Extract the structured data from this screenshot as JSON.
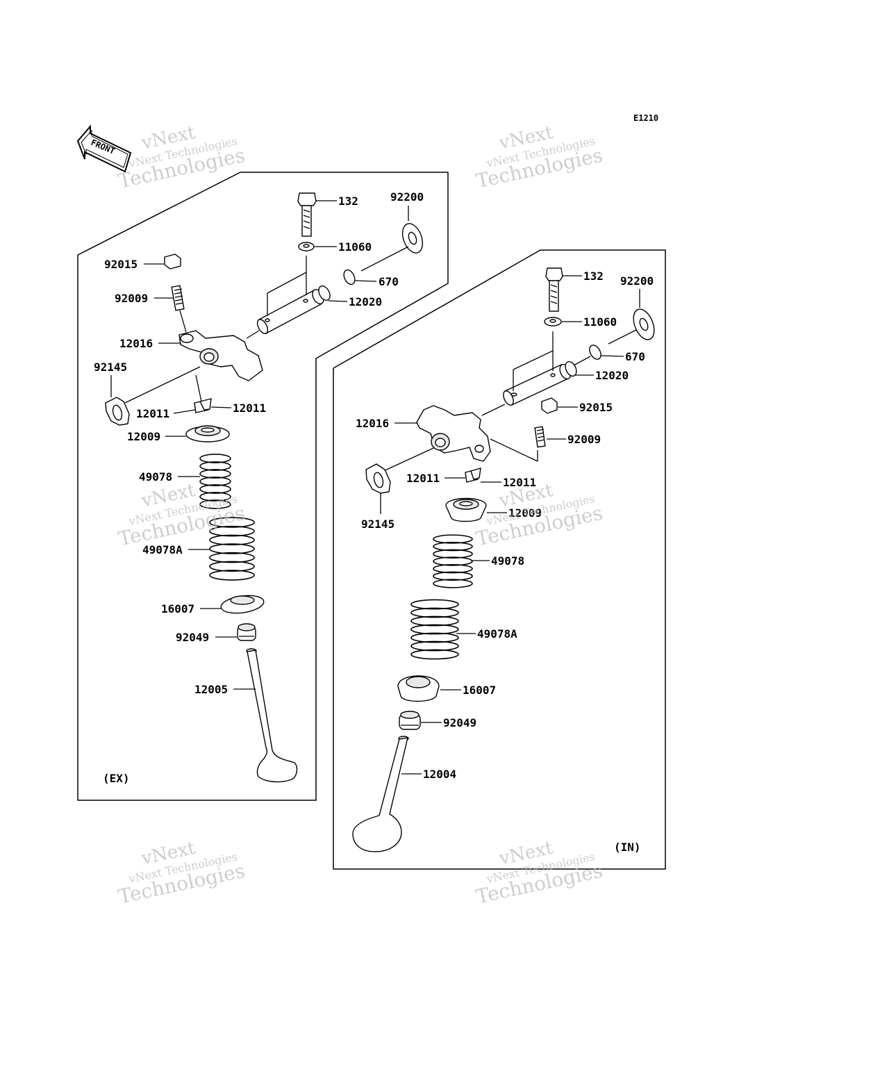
{
  "diagram_code": "E1210",
  "front_label": "FRONT",
  "section_ex_label": "(EX)",
  "section_in_label": "(IN)",
  "watermark": {
    "line1": "vNext",
    "line2": "vNext Technologies",
    "line3": "Technologies"
  },
  "ex_parts": {
    "p132": "132",
    "p92200": "92200",
    "p11060": "11060",
    "p670": "670",
    "p12020": "12020",
    "p92015": "92015",
    "p92009": "92009",
    "p12016": "12016",
    "p92145": "92145",
    "p12011a": "12011",
    "p12011b": "12011",
    "p12009": "12009",
    "p49078": "49078",
    "p49078A": "49078A",
    "p16007": "16007",
    "p92049": "92049",
    "p12005": "12005"
  },
  "in_parts": {
    "p132": "132",
    "p92200": "92200",
    "p11060": "11060",
    "p670": "670",
    "p12020": "12020",
    "p92015": "92015",
    "p92009": "92009",
    "p12016": "12016",
    "p92145": "92145",
    "p12011a": "12011",
    "p12011b": "12011",
    "p12009": "12009",
    "p49078": "49078",
    "p49078A": "49078A",
    "p16007": "16007",
    "p92049": "92049",
    "p12004": "12004"
  }
}
